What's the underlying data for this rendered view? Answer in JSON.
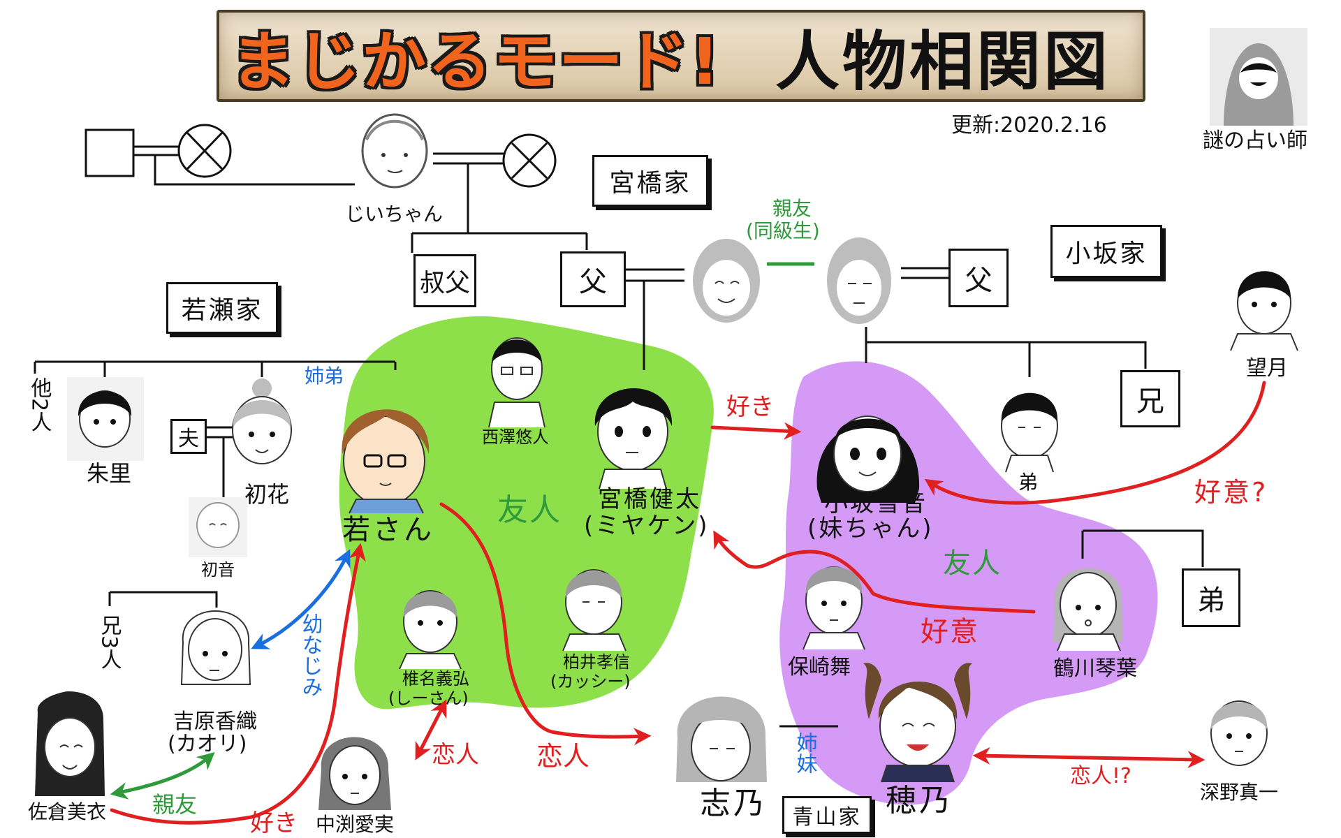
{
  "title": {
    "main": "まじかるモード!",
    "sub": "人物相関図",
    "updated": "更新:2020.2.16"
  },
  "colors": {
    "title_orange": "#f0641e",
    "friend_green_bg": "#8de04a",
    "friend_purple_bg": "#d49af5",
    "love_red": "#e02020",
    "friend_green": "#2e9a3a",
    "childhood_blue": "#1a6fe0"
  },
  "families": {
    "miyahashi": "宮橋家",
    "kosaka": "小坂家",
    "wakase": "若瀬家",
    "aoyama": "青山家"
  },
  "people": {
    "fortune_teller": "謎の占い師",
    "grandpa": "じいちゃん",
    "wakasan": "若さん",
    "kenta_name": "宮橋健太",
    "kenta_nick": "(ミヤケン)",
    "yukine_name": "小坂雪音",
    "yukine_nick": "(妹ちゃん)",
    "nishizawa": "西澤悠人",
    "shiina_name": "椎名義弘",
    "shiina_nick": "(しーさん)",
    "kashiwai_name": "柏井孝信",
    "kashiwai_nick": "(カッシー)",
    "akari": "朱里",
    "uika": "初花",
    "hatsune": "初音",
    "kaori_name": "吉原香織",
    "kaori_nick": "(カオリ)",
    "mii": "佐倉美衣",
    "aimi": "中渕愛実",
    "shino": "志乃",
    "hono": "穂乃",
    "mai": "保崎舞",
    "kotoha": "鶴川琴葉",
    "mochizuki": "望月",
    "fukano": "深野真一",
    "younger_brother": "弟"
  },
  "boxes": {
    "uncle": "叔父",
    "father_miyahashi": "父",
    "father_kosaka": "父",
    "elder_brother": "兄",
    "younger_brother_box": "弟",
    "husband": "夫"
  },
  "notes": {
    "others": "他2人",
    "brothers": "兄3人"
  },
  "relations": {
    "best_friend_classmate_1": "親友",
    "best_friend_classmate_2": "(同級生)",
    "sister_brother": "姉弟",
    "love_kenta": "好き",
    "friends_green": "友人",
    "friends_purple": "友人",
    "goodwill_q": "好意?",
    "goodwill": "好意",
    "childhood_friend": "幼なじみ",
    "best_friend": "親友",
    "love_mii": "好き",
    "lovers_1": "恋人",
    "lovers_2": "恋人",
    "lovers_q": "恋人!?",
    "sisters": "姉妹"
  }
}
